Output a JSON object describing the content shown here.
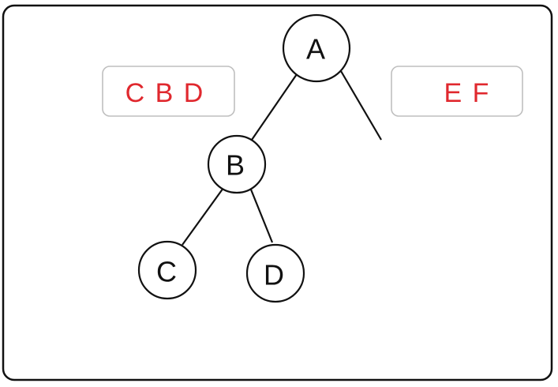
{
  "tree": {
    "nodes": [
      {
        "id": "A",
        "label": "A"
      },
      {
        "id": "B",
        "label": "B"
      },
      {
        "id": "C",
        "label": "C"
      },
      {
        "id": "D",
        "label": "D"
      }
    ],
    "edges": [
      {
        "from": "A",
        "to": "B"
      },
      {
        "from": "A",
        "to": "right-subtree"
      },
      {
        "from": "B",
        "to": "C"
      },
      {
        "from": "B",
        "to": "D"
      }
    ]
  },
  "boxes": {
    "left": {
      "text": "C B D"
    },
    "right": {
      "text": "E F"
    }
  },
  "colors": {
    "box_text": "#e0282e",
    "stroke": "#111111",
    "box_border": "#bfbfbf"
  }
}
